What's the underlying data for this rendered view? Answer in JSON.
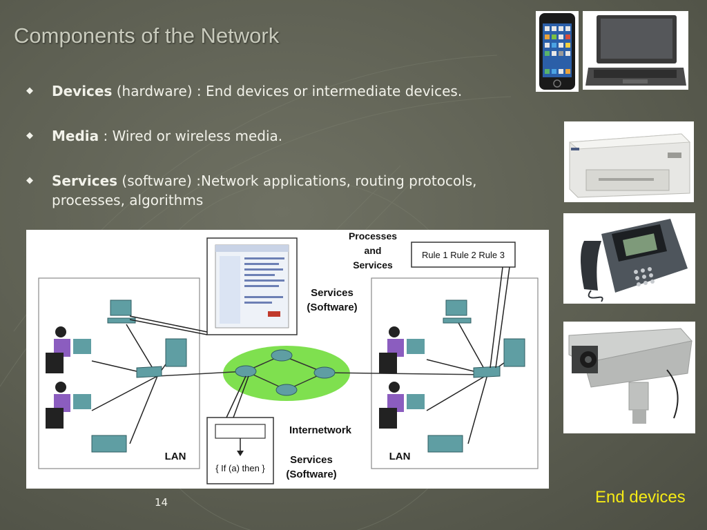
{
  "slide": {
    "title": "Components of the Network",
    "page_number": "14",
    "caption": "End devices"
  },
  "bullets": [
    {
      "bold": "Devices",
      "rest": " (hardware) : End devices or intermediate devices."
    },
    {
      "bold": "Media",
      "rest": " : Wired or wireless media."
    },
    {
      "bold": "Services",
      "rest": " (software) :Network applications, routing protocols, processes, algorithms"
    }
  ],
  "diagram": {
    "processes_label": [
      "Processes",
      "and",
      "Services"
    ],
    "rules_label": "Rule 1 Rule 2 Rule 3",
    "services_top": [
      "Services",
      "(Software)"
    ],
    "internetwork": "Internetwork",
    "services_bottom": [
      "Services",
      "(Software)"
    ],
    "code_label": "{ If (a) then }",
    "lan_left": "LAN",
    "lan_right": "LAN"
  },
  "colors": {
    "caption": "#f5ea16",
    "cloud": "#7fe04f",
    "device_teal": "#4a9a9e"
  },
  "icons": [
    "smartphone-icon",
    "laptop-icon",
    "printer-icon",
    "ip-phone-icon",
    "security-camera-icon"
  ]
}
